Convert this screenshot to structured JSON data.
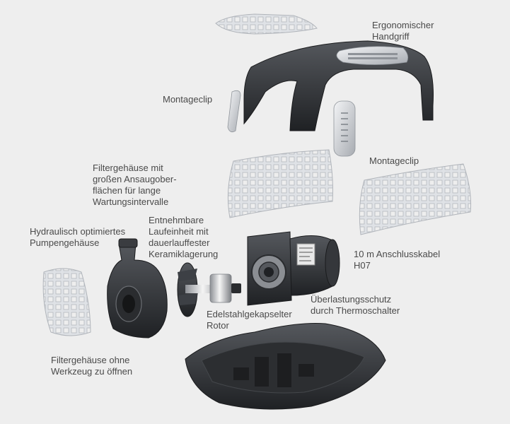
{
  "colors": {
    "background": "#eeeeee",
    "housing_dark": "#2b2d30",
    "housing_mid": "#4a4d52",
    "grid_light": "#d8dbe0",
    "grid_line": "#9ea3aa",
    "steel": "#c9ccd0",
    "label_text": "#4a4a4a"
  },
  "components": [
    {
      "name": "top-grate",
      "icon": "grate-icon"
    },
    {
      "name": "handle-frame",
      "icon": "handle-icon"
    },
    {
      "name": "mounting-clip-left",
      "icon": "clip-icon"
    },
    {
      "name": "mounting-clip-right",
      "icon": "clip-icon"
    },
    {
      "name": "filter-grid-center",
      "icon": "filter-grid-icon"
    },
    {
      "name": "filter-grid-right",
      "icon": "filter-grid-icon"
    },
    {
      "name": "filter-grid-left",
      "icon": "filter-grid-icon"
    },
    {
      "name": "pump-housing",
      "icon": "pump-housing-icon"
    },
    {
      "name": "impeller",
      "icon": "impeller-icon"
    },
    {
      "name": "rotor",
      "icon": "rotor-icon"
    },
    {
      "name": "motor",
      "icon": "motor-icon"
    },
    {
      "name": "base-plate",
      "icon": "base-icon"
    }
  ],
  "labels": {
    "ergonomic_handle": "Ergonomischer\nHandgriff",
    "mounting_clip_left": "Montageclip",
    "mounting_clip_right": "Montageclip",
    "filter_large": "Filtergehäuse mit\ngroßen Ansaugober-\nflächen für lange\nWartungsintervalle",
    "pump_housing": "Hydraulisch optimiertes\nPumpengehäuse",
    "running_unit": "Entnehmbare\nLaufeinheit mit\ndauerlauffester\nKeramiklagerung",
    "cable": "10 m Anschlusskabel\nH07",
    "overload": "Überlastungsschutz\ndurch Thermoschalter",
    "rotor": "Edelstahlgekapselter\nRotor",
    "filter_tool_free": "Filtergehäuse ohne\nWerkzeug zu öffnen"
  }
}
